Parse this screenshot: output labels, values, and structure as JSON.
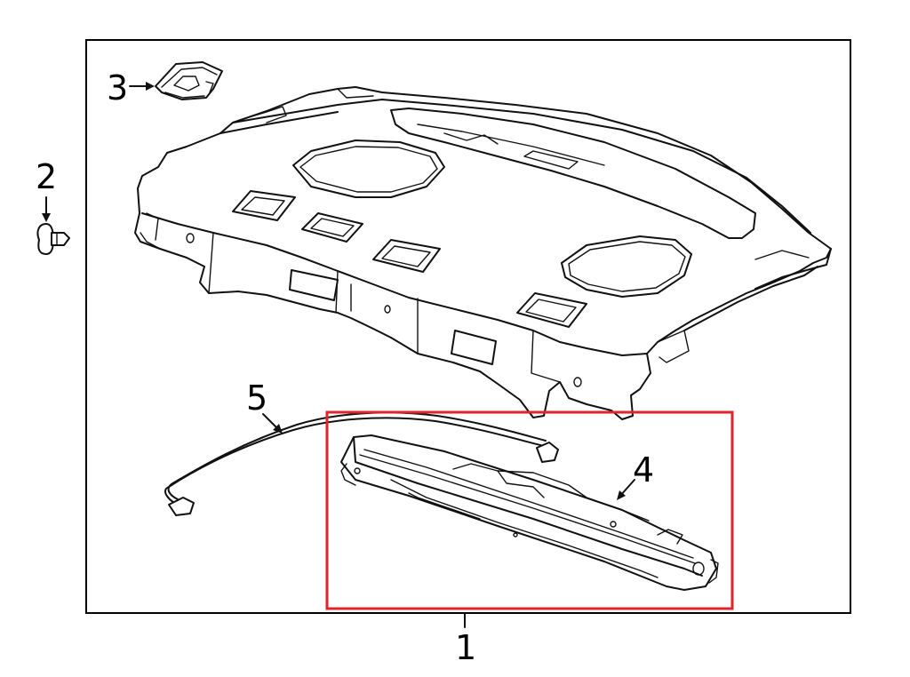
{
  "diagram": {
    "callouts": [
      {
        "id": "1",
        "label": "1"
      },
      {
        "id": "2",
        "label": "2"
      },
      {
        "id": "3",
        "label": "3"
      },
      {
        "id": "4",
        "label": "4"
      },
      {
        "id": "5",
        "label": "5"
      }
    ],
    "highlight_color": "#e0242b",
    "line_color": "#111111"
  }
}
